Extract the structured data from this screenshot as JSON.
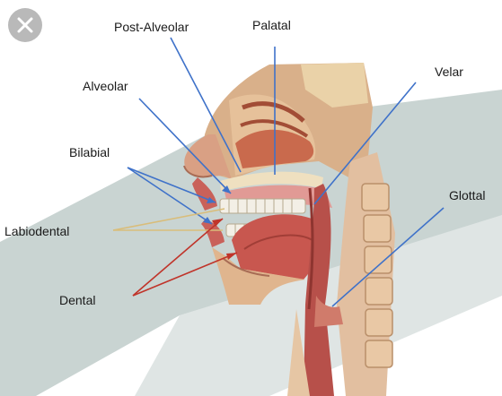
{
  "overlay": {
    "close_icon": "close-icon"
  },
  "diagram": {
    "labels": {
      "post_alveolar": "Post-Alveolar",
      "palatal": "Palatal",
      "alveolar": "Alveolar",
      "velar": "Velar",
      "bilabial": "Bilabial",
      "glottal": "Glottal",
      "labiodental": "Labiodental",
      "dental": "Dental"
    },
    "colors": {
      "blue_pointer": "#3f72c9",
      "tan_pointer": "#d9bd7a",
      "red_pointer": "#c0342a",
      "background_band": "#c9d4d2"
    }
  }
}
